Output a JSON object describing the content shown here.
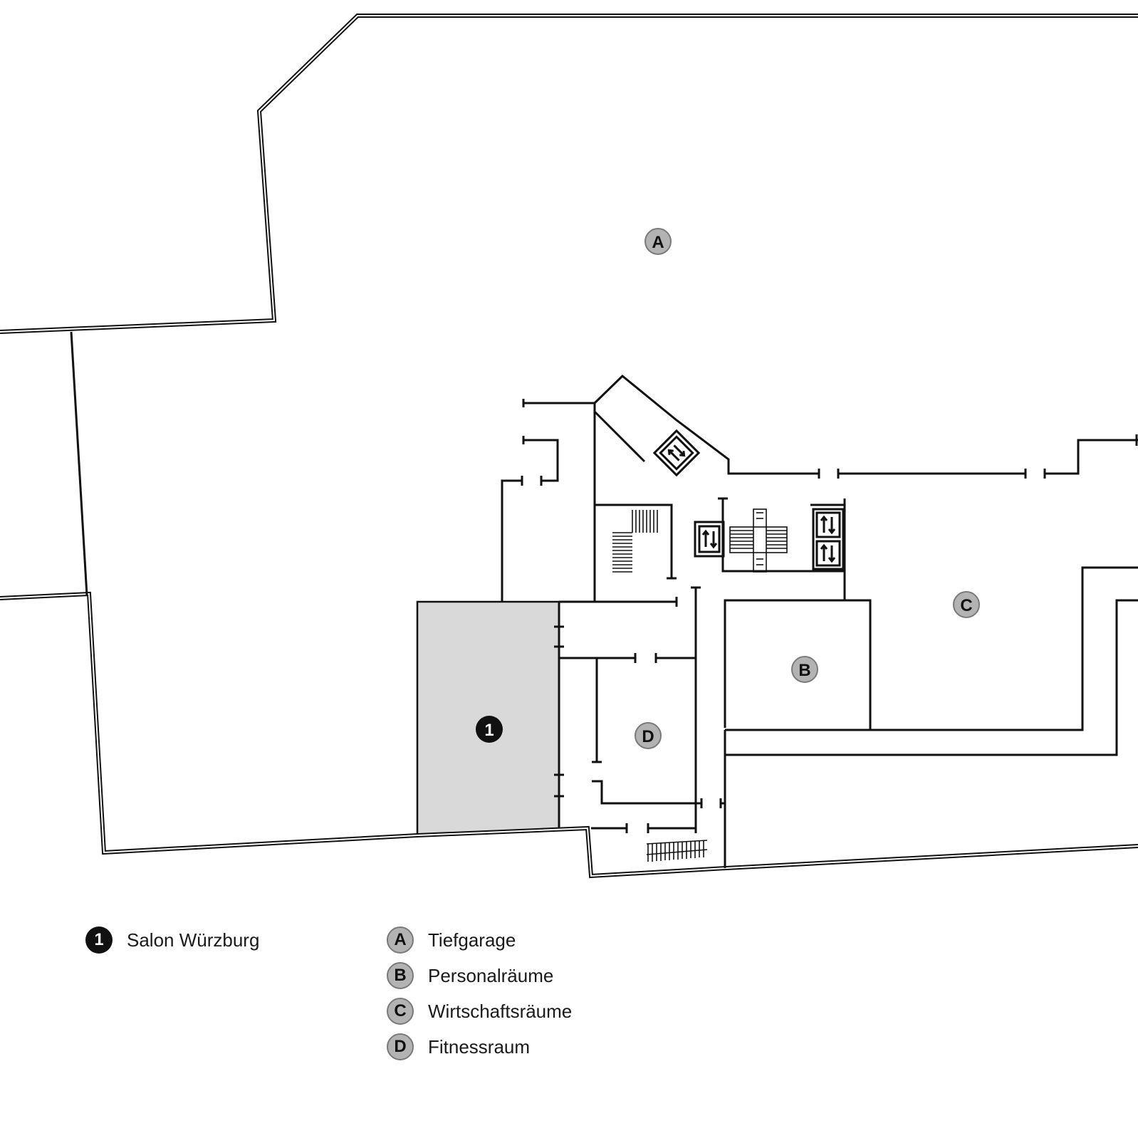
{
  "markers": {
    "room1": "1",
    "A": "A",
    "B": "B",
    "C": "C",
    "D": "D"
  },
  "legend": [
    {
      "key": "1",
      "label": "Salon Würzburg",
      "style": "dark"
    },
    {
      "key": "A",
      "label": "Tiefgarage",
      "style": "grey"
    },
    {
      "key": "B",
      "label": "Personalräume",
      "style": "grey"
    },
    {
      "key": "C",
      "label": "Wirtschaftsräume",
      "style": "grey"
    },
    {
      "key": "D",
      "label": "Fitnessraum",
      "style": "grey"
    }
  ],
  "colors": {
    "wall": "#111111",
    "highlight_room": "#d9d9d9",
    "marker_grey": "#b3b3b3",
    "marker_dark": "#111111"
  }
}
